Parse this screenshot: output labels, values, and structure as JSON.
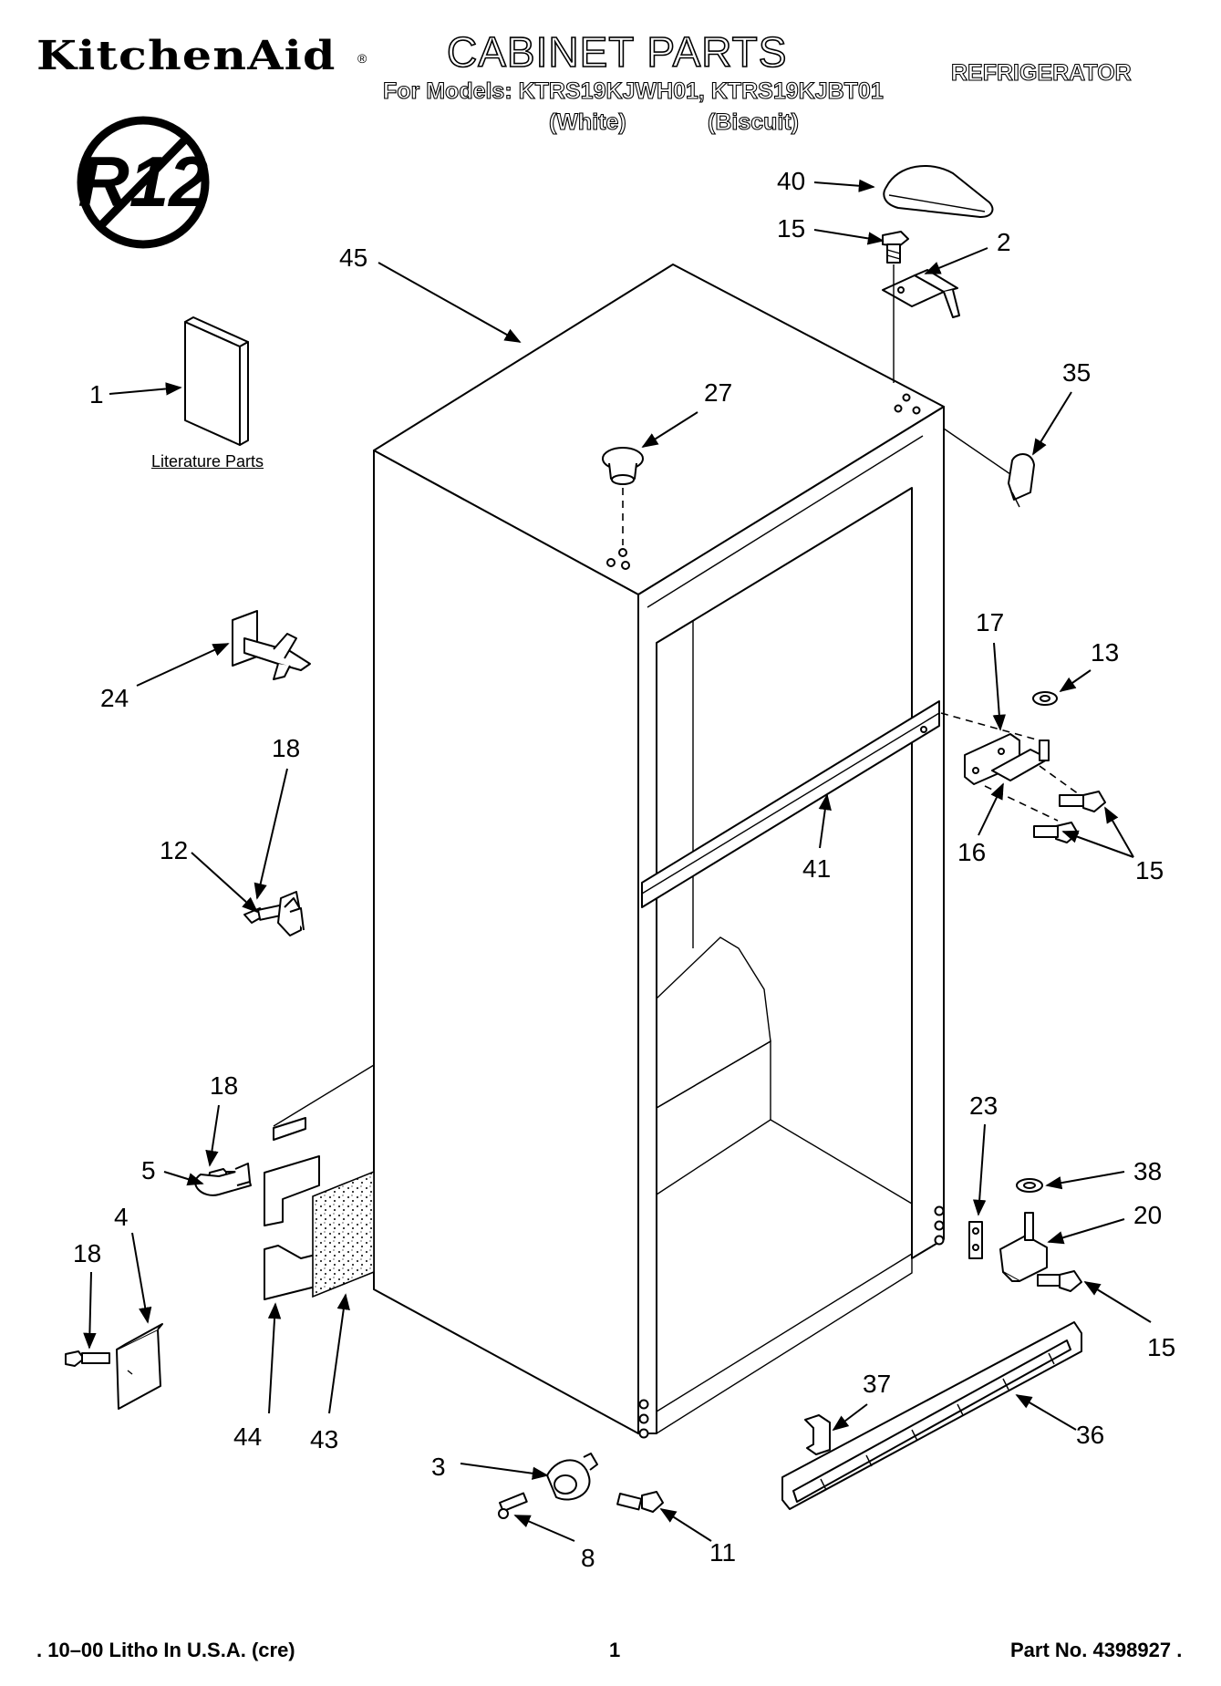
{
  "header": {
    "brand": "KitchenAid",
    "brand_mark": "®",
    "title": "CABINET PARTS",
    "models_line": "For Models: KTRS19KJWH01, KTRS19KJBT01",
    "white_label": "(White)",
    "biscuit_label": "(Biscuit)",
    "product": "REFRIGERATOR"
  },
  "badge": {
    "text": "R12",
    "icon": "no-r12-refrigerant-icon"
  },
  "literature_label": "Literature Parts",
  "callouts": [
    {
      "number": "40"
    },
    {
      "number": "15"
    },
    {
      "number": "2"
    },
    {
      "number": "45"
    },
    {
      "number": "35"
    },
    {
      "number": "1"
    },
    {
      "number": "27"
    },
    {
      "number": "24"
    },
    {
      "number": "17"
    },
    {
      "number": "13"
    },
    {
      "number": "18"
    },
    {
      "number": "12"
    },
    {
      "number": "41"
    },
    {
      "number": "16"
    },
    {
      "number": "15"
    },
    {
      "number": "18"
    },
    {
      "number": "23"
    },
    {
      "number": "5"
    },
    {
      "number": "38"
    },
    {
      "number": "20"
    },
    {
      "number": "18"
    },
    {
      "number": "4"
    },
    {
      "number": "15"
    },
    {
      "number": "37"
    },
    {
      "number": "44"
    },
    {
      "number": "43"
    },
    {
      "number": "36"
    },
    {
      "number": "3"
    },
    {
      "number": "8"
    },
    {
      "number": "11"
    }
  ],
  "footer": {
    "left": ". 10–00 Litho In U.S.A. (cre)",
    "page": "1",
    "part_no": "Part No. 4398927 ."
  }
}
